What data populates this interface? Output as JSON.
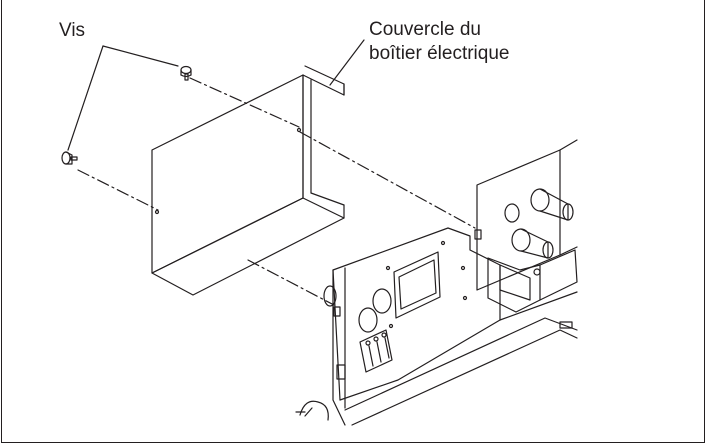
{
  "labels": {
    "screws": "Vis",
    "cover_line1": "Couvercle du",
    "cover_line2": "boîtier électrique"
  },
  "colors": {
    "ink": "#231f20",
    "background": "#ffffff"
  }
}
